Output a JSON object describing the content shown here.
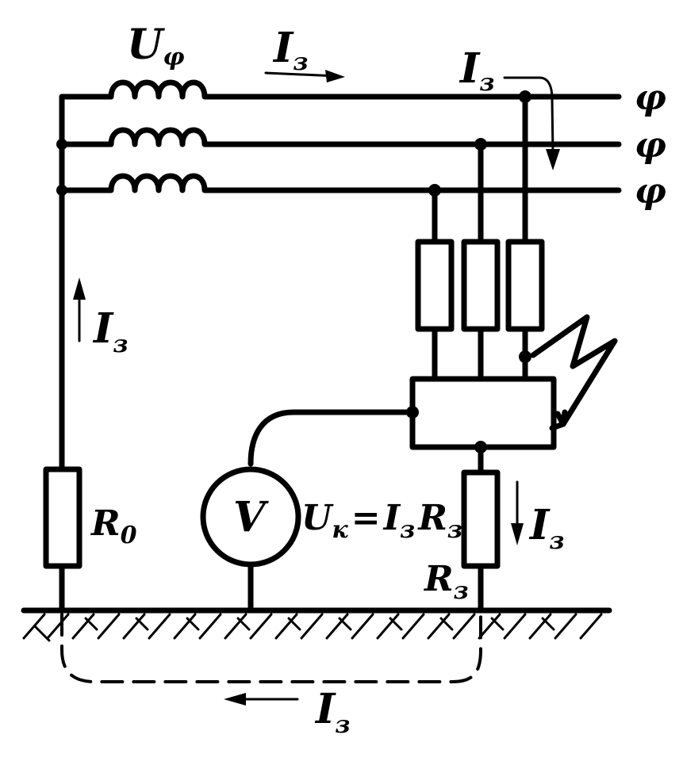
{
  "labels": {
    "source_voltage": "U",
    "source_voltage_sub": "φ",
    "current_top": "I",
    "current_sub": "з",
    "current_top_right": "I",
    "current_left": "I",
    "current_right": "I",
    "current_bottom": "I",
    "phase_1": "φ",
    "phase_2": "φ",
    "phase_3": "φ",
    "r0_main": "R",
    "r0_sub": "0",
    "voltmeter": "V",
    "uk_main": "U",
    "uk_sub": "к",
    "uk_eq": "=",
    "uk_i": "I",
    "uk_i_sub": "з",
    "uk_r": "R",
    "uk_r_sub": "з",
    "rz_main": "R",
    "rz_sub": "з"
  }
}
